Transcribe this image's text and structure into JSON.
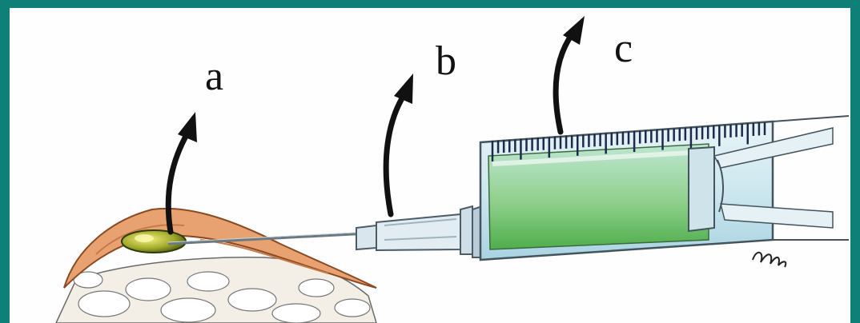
{
  "labels": {
    "a": "a",
    "b": "b",
    "c": "c"
  },
  "colors": {
    "frame": "#0f8078",
    "skin": "#e8a272",
    "fluid": "#6cc06a",
    "barrel": "#cfe8f0",
    "arrow": "#111111"
  },
  "icons": {
    "a_arrow": "curved-arrow-up-icon",
    "b_arrow": "curved-arrow-up-icon",
    "c_arrow": "curved-arrow-up-icon"
  }
}
